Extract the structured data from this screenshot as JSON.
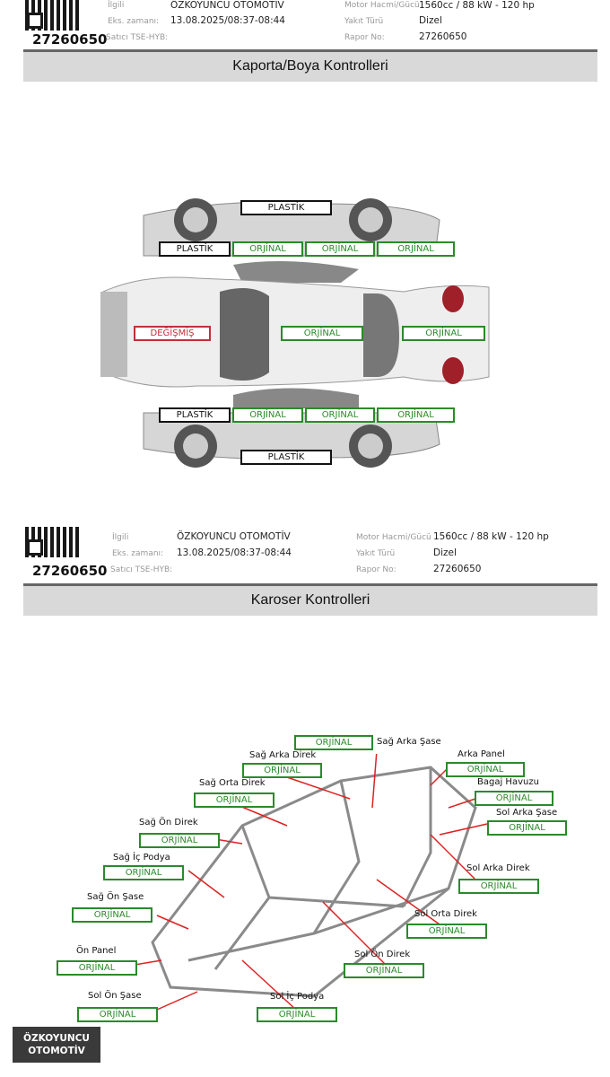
{
  "report_header": {
    "report_number": "27260650",
    "ilgili_label": "İlgili",
    "ilgili_value": "ÖZKOYUNCU OTOMOTİV",
    "eks_label": "Eks. zamanı:",
    "eks_value": "13.08.2025/08:37-08:44",
    "satici_label": "Satıcı TSE-HYB:",
    "motor_label": "Motor Hacmi/Gücü",
    "motor_value": "1560cc / 88 kW - 120 hp",
    "yakit_label": "Yakıt Türü",
    "yakit_value": "Dizel",
    "rapor_label": "Rapor No:",
    "rapor_value": "27260650"
  },
  "section1": {
    "title": "Kaporta/Boya Kontrolleri",
    "tags": [
      "PLASTİK",
      "PLASTİK",
      "ORJİNAL",
      "ORJİNAL",
      "ORJİNAL",
      "DEĞİŞMİŞ",
      "ORJİNAL",
      "ORJİNAL",
      "PLASTİK",
      "ORJİNAL",
      "ORJİNAL",
      "ORJİNAL",
      "PLASTİK"
    ]
  },
  "section2": {
    "title": "Karoser Kontrolleri",
    "parts": [
      {
        "name": "Sağ Arka Şase",
        "status": "ORJİNAL"
      },
      {
        "name": "Sağ Arka Direk",
        "status": "ORJİNAL"
      },
      {
        "name": "Sağ Orta Direk",
        "status": "ORJİNAL"
      },
      {
        "name": "Sağ Ön Direk",
        "status": "ORJİNAL"
      },
      {
        "name": "Sağ İç Podya",
        "status": "ORJİNAL"
      },
      {
        "name": "Sağ Ön Şase",
        "status": "ORJİNAL"
      },
      {
        "name": "Ön Panel",
        "status": "ORJİNAL"
      },
      {
        "name": "Sol Ön Şase",
        "status": "ORJİNAL"
      },
      {
        "name": "Sol İç Podya",
        "status": "ORJİNAL"
      },
      {
        "name": "Sol Ön Direk",
        "status": "ORJİNAL"
      },
      {
        "name": "Sol Orta Direk",
        "status": "ORJİNAL"
      },
      {
        "name": "Sol Arka Direk",
        "status": "ORJİNAL"
      },
      {
        "name": "Sol Arka Şase",
        "status": "ORJİNAL"
      },
      {
        "name": "Bagaj Havuzu",
        "status": "ORJİNAL"
      },
      {
        "name": "Arka Panel",
        "status": "ORJİNAL"
      }
    ]
  },
  "logo": {
    "line1": "ÖZKOYUNCU",
    "line2": "OTOMOTİV"
  }
}
